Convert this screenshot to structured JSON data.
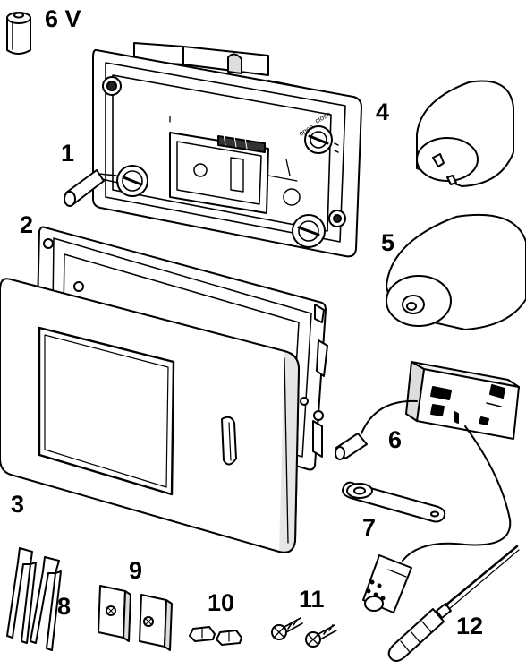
{
  "labels": {
    "battery": "6 V",
    "p1": "1",
    "p2": "2",
    "p3": "3",
    "p4": "4",
    "p5": "5",
    "p6": "6",
    "p7": "7",
    "p8": "8",
    "p9": "9",
    "p10": "10",
    "p11": "11",
    "p12": "12"
  },
  "markings": {
    "open": "open",
    "close": "close"
  },
  "colors": {
    "line": "#000000",
    "fill": "#ffffff",
    "dark": "#1a1a1a",
    "shade": "#d9d9d9"
  }
}
